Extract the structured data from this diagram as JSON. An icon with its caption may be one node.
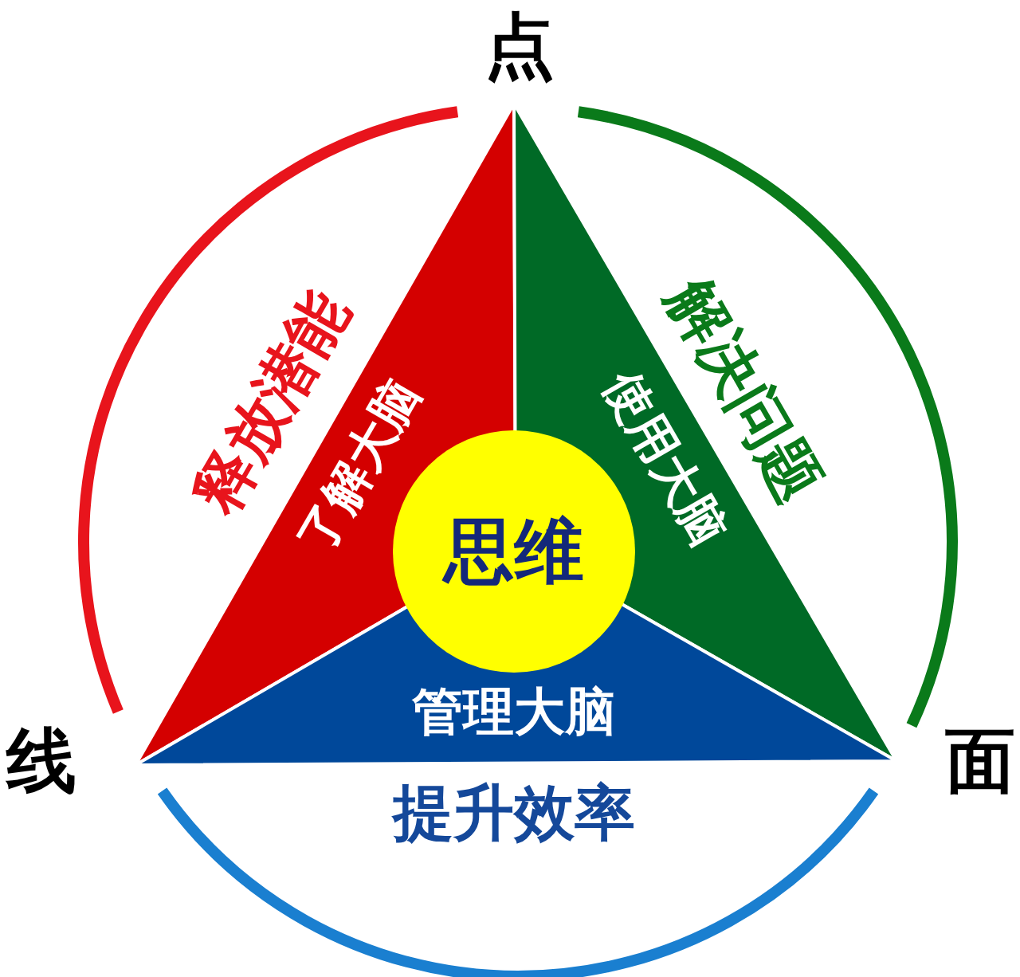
{
  "diagram": {
    "nodes": [
      {
        "text": [
          "了解大脑"
        ]
      },
      {
        "text": [
          "使用大脑"
        ]
      },
      {
        "text": [
          "管理大脑"
        ]
      },
      {
        "text": [
          "思维"
        ]
      }
    ],
    "labels": [
      "点",
      "释放潜能",
      "解决问题",
      "线",
      "面",
      "提升效率"
    ]
  }
}
